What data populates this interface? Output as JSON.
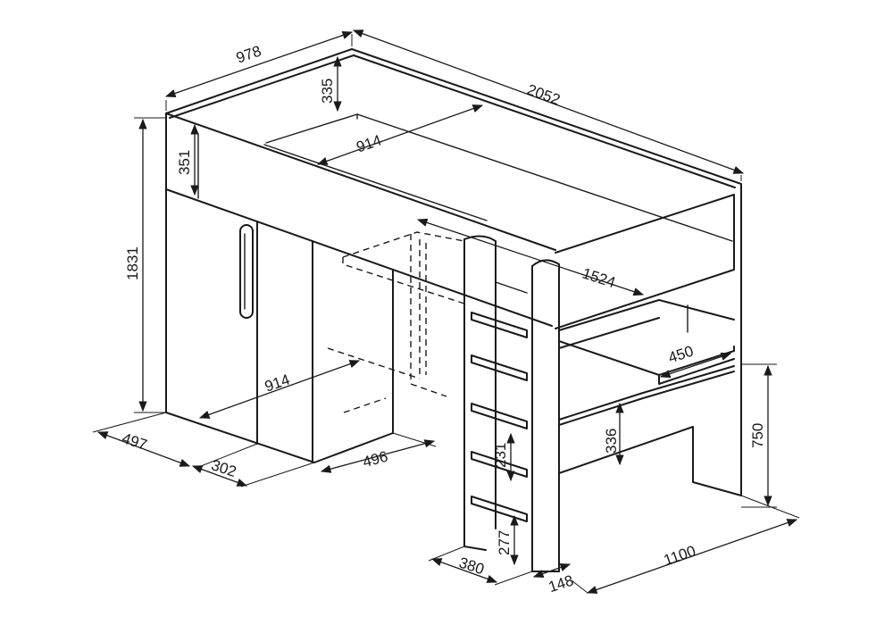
{
  "dimensions": {
    "d978": "978",
    "d2052": "2052",
    "d335": "335",
    "d351": "351",
    "d914_top": "914",
    "d1831": "1831",
    "d1524": "1524",
    "d450": "450",
    "d914_bottom": "914",
    "d336": "336",
    "d750": "750",
    "d231": "231",
    "d277": "277",
    "d497": "497",
    "d302": "302",
    "d496": "496",
    "d380": "380",
    "d148": "148",
    "d1100": "1100"
  }
}
